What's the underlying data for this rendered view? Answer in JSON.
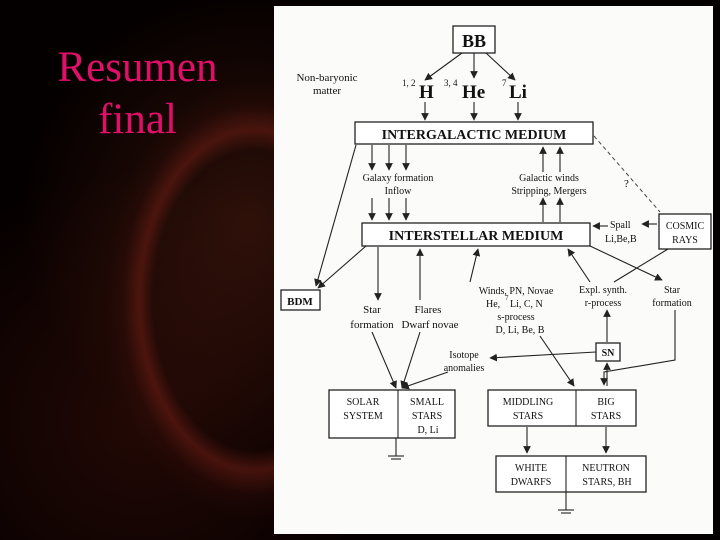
{
  "slide": {
    "title_line1": "Resumen",
    "title_line2": "final"
  },
  "diagram": {
    "bb": "BB",
    "non_baryonic": [
      "Non-baryonic",
      "matter"
    ],
    "isotopes": {
      "h_sup": "1, 2",
      "h": "H",
      "he_sup": "3, 4",
      "he": "He",
      "li_sup": "7",
      "li": "Li"
    },
    "igm": "INTERGALACTIC MEDIUM",
    "galaxy_formation": [
      "Galaxy formation",
      "Inflow"
    ],
    "galactic_winds": [
      "Galactic winds",
      "Stripping, Mergers"
    ],
    "question": "?",
    "ism": "INTERSTELLAR MEDIUM",
    "spall": [
      "Spall",
      "Li,Be,B"
    ],
    "cosmic_rays": [
      "COSMIC",
      "RAYS"
    ],
    "bdm": "BDM",
    "star_formation_left": [
      "Star",
      "formation"
    ],
    "flares": [
      "Flares",
      "Dwarf novae"
    ],
    "winds": {
      "line1": "Winds, PN, Novae",
      "line2_pre": "He, ",
      "line2_sup": "7",
      "line2_post": "Li, C, N",
      "line3": "s-process",
      "line4": "D, Li, Be, B"
    },
    "expl_synth": [
      "Expl. synth.",
      "r-process"
    ],
    "star_formation_right": [
      "Star",
      "formation"
    ],
    "sn": "SN",
    "isotope_anomalies": [
      "Isotope",
      "anomalies"
    ],
    "solar_system": [
      "SOLAR",
      "SYSTEM"
    ],
    "small_stars": [
      "SMALL",
      "STARS",
      "D, Li"
    ],
    "middling_stars": [
      "MIDDLING",
      "STARS"
    ],
    "big_stars": [
      "BIG",
      "STARS"
    ],
    "white_dwarfs": [
      "WHITE",
      "DWARFS"
    ],
    "neutron_stars": [
      "NEUTRON",
      "STARS, BH"
    ]
  }
}
